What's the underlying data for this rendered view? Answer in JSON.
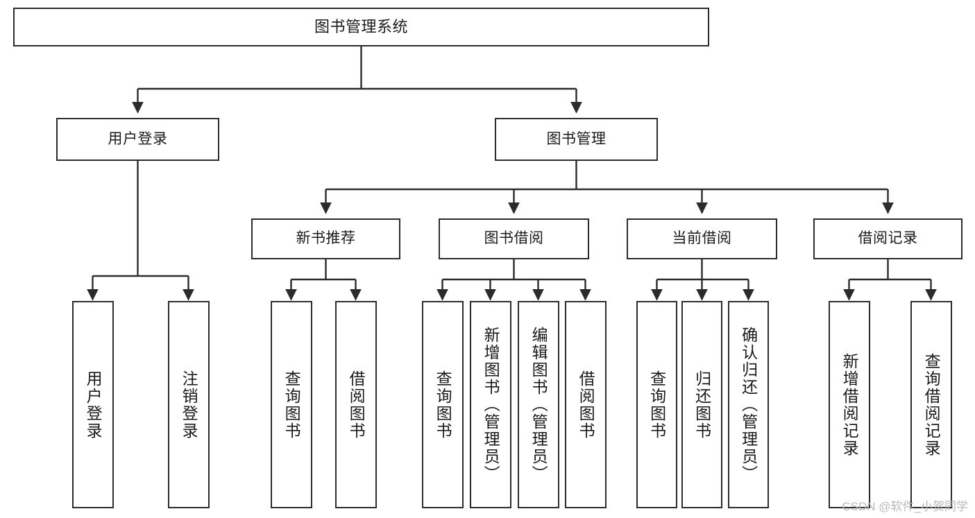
{
  "diagram": {
    "type": "tree",
    "title": "图书管理系统",
    "orientation": "top-down",
    "line_color": "#2b2b2b",
    "box_fill": "#ffffff",
    "text_color": "#1a1a1a",
    "watermark": "CSDN @软件_小贺同学"
  },
  "nodes": {
    "root": {
      "label": "图书管理系统"
    },
    "level2": [
      {
        "label": "用户登录"
      },
      {
        "label": "图书管理"
      }
    ],
    "level3": [
      {
        "label": "新书推荐"
      },
      {
        "label": "图书借阅"
      },
      {
        "label": "当前借阅"
      },
      {
        "label": "借阅记录"
      }
    ],
    "leaves": {
      "user_login": [
        {
          "label": "用户登录"
        },
        {
          "label": "注销登录"
        }
      ],
      "new_book_recommend": [
        {
          "label": "查询图书"
        },
        {
          "label": "借阅图书"
        }
      ],
      "book_borrow": [
        {
          "label": "查询图书"
        },
        {
          "label": "新增图书（管理员）"
        },
        {
          "label": "编辑图书（管理员）"
        },
        {
          "label": "借阅图书"
        }
      ],
      "current_borrow": [
        {
          "label": "查询图书"
        },
        {
          "label": "归还图书"
        },
        {
          "label": "确认归还（管理员）"
        }
      ],
      "borrow_record": [
        {
          "label": "新增借阅记录"
        },
        {
          "label": "查询借阅记录"
        }
      ]
    }
  }
}
